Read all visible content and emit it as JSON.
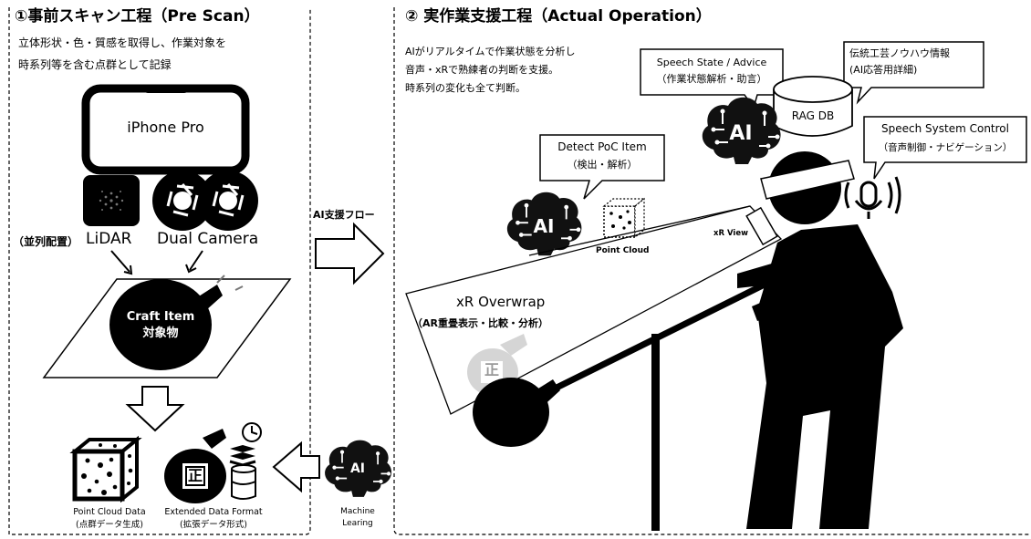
{
  "left": {
    "title": "①事前スキャン工程（Pre Scan）",
    "desc1": "立体形状・色・質感を取得し、作業対象を",
    "desc2": "時系列等を含む点群として記録",
    "phone_label": "iPhone Pro",
    "lidar_label": "LiDAR",
    "dual_camera_label": "Dual Camera",
    "parallel_note": "（並列配置）",
    "craft_item_en": "Craft Item",
    "craft_item_jp": "対象物",
    "point_cloud_data": "Point Cloud Data",
    "point_cloud_data_jp": "(点群データ生成)",
    "extended_format": "Extended Data Format",
    "extended_format_jp": "(拡張データ形式)",
    "seal_char": "正"
  },
  "middle": {
    "flow_label": "AI支援フロー",
    "ml_label_1": "Machine",
    "ml_label_2": "Learing",
    "ai_text": "AI"
  },
  "right": {
    "title": "② 実作業支援工程（Actual Operation）",
    "desc1": "AIがリアルタイムで作業状態を分析し",
    "desc2": "音声・xRで熟練者の判断を支援。",
    "desc3": "時系列の変化も全て判断。",
    "speech_state": "Speech State / Advice",
    "speech_state_jp": "（作業状態解析・助言）",
    "traditional": "伝統工芸ノウハウ情報",
    "traditional_jp": "(AI応答用詳細)",
    "rag_db": "RAG DB",
    "speech_control": "Speech System Control",
    "speech_control_jp": "（音声制御・ナビゲーション）",
    "detect_poc": "Detect PoC Item",
    "detect_poc_jp": "（検出・解析）",
    "point_cloud": "Point Cloud",
    "xr_view": "xR View",
    "xr_overwrap": "xR Overwrap",
    "xr_overwrap_jp": "（AR重畳表示・比較・分析）",
    "seal_char": "正",
    "ai_text": "AI"
  }
}
